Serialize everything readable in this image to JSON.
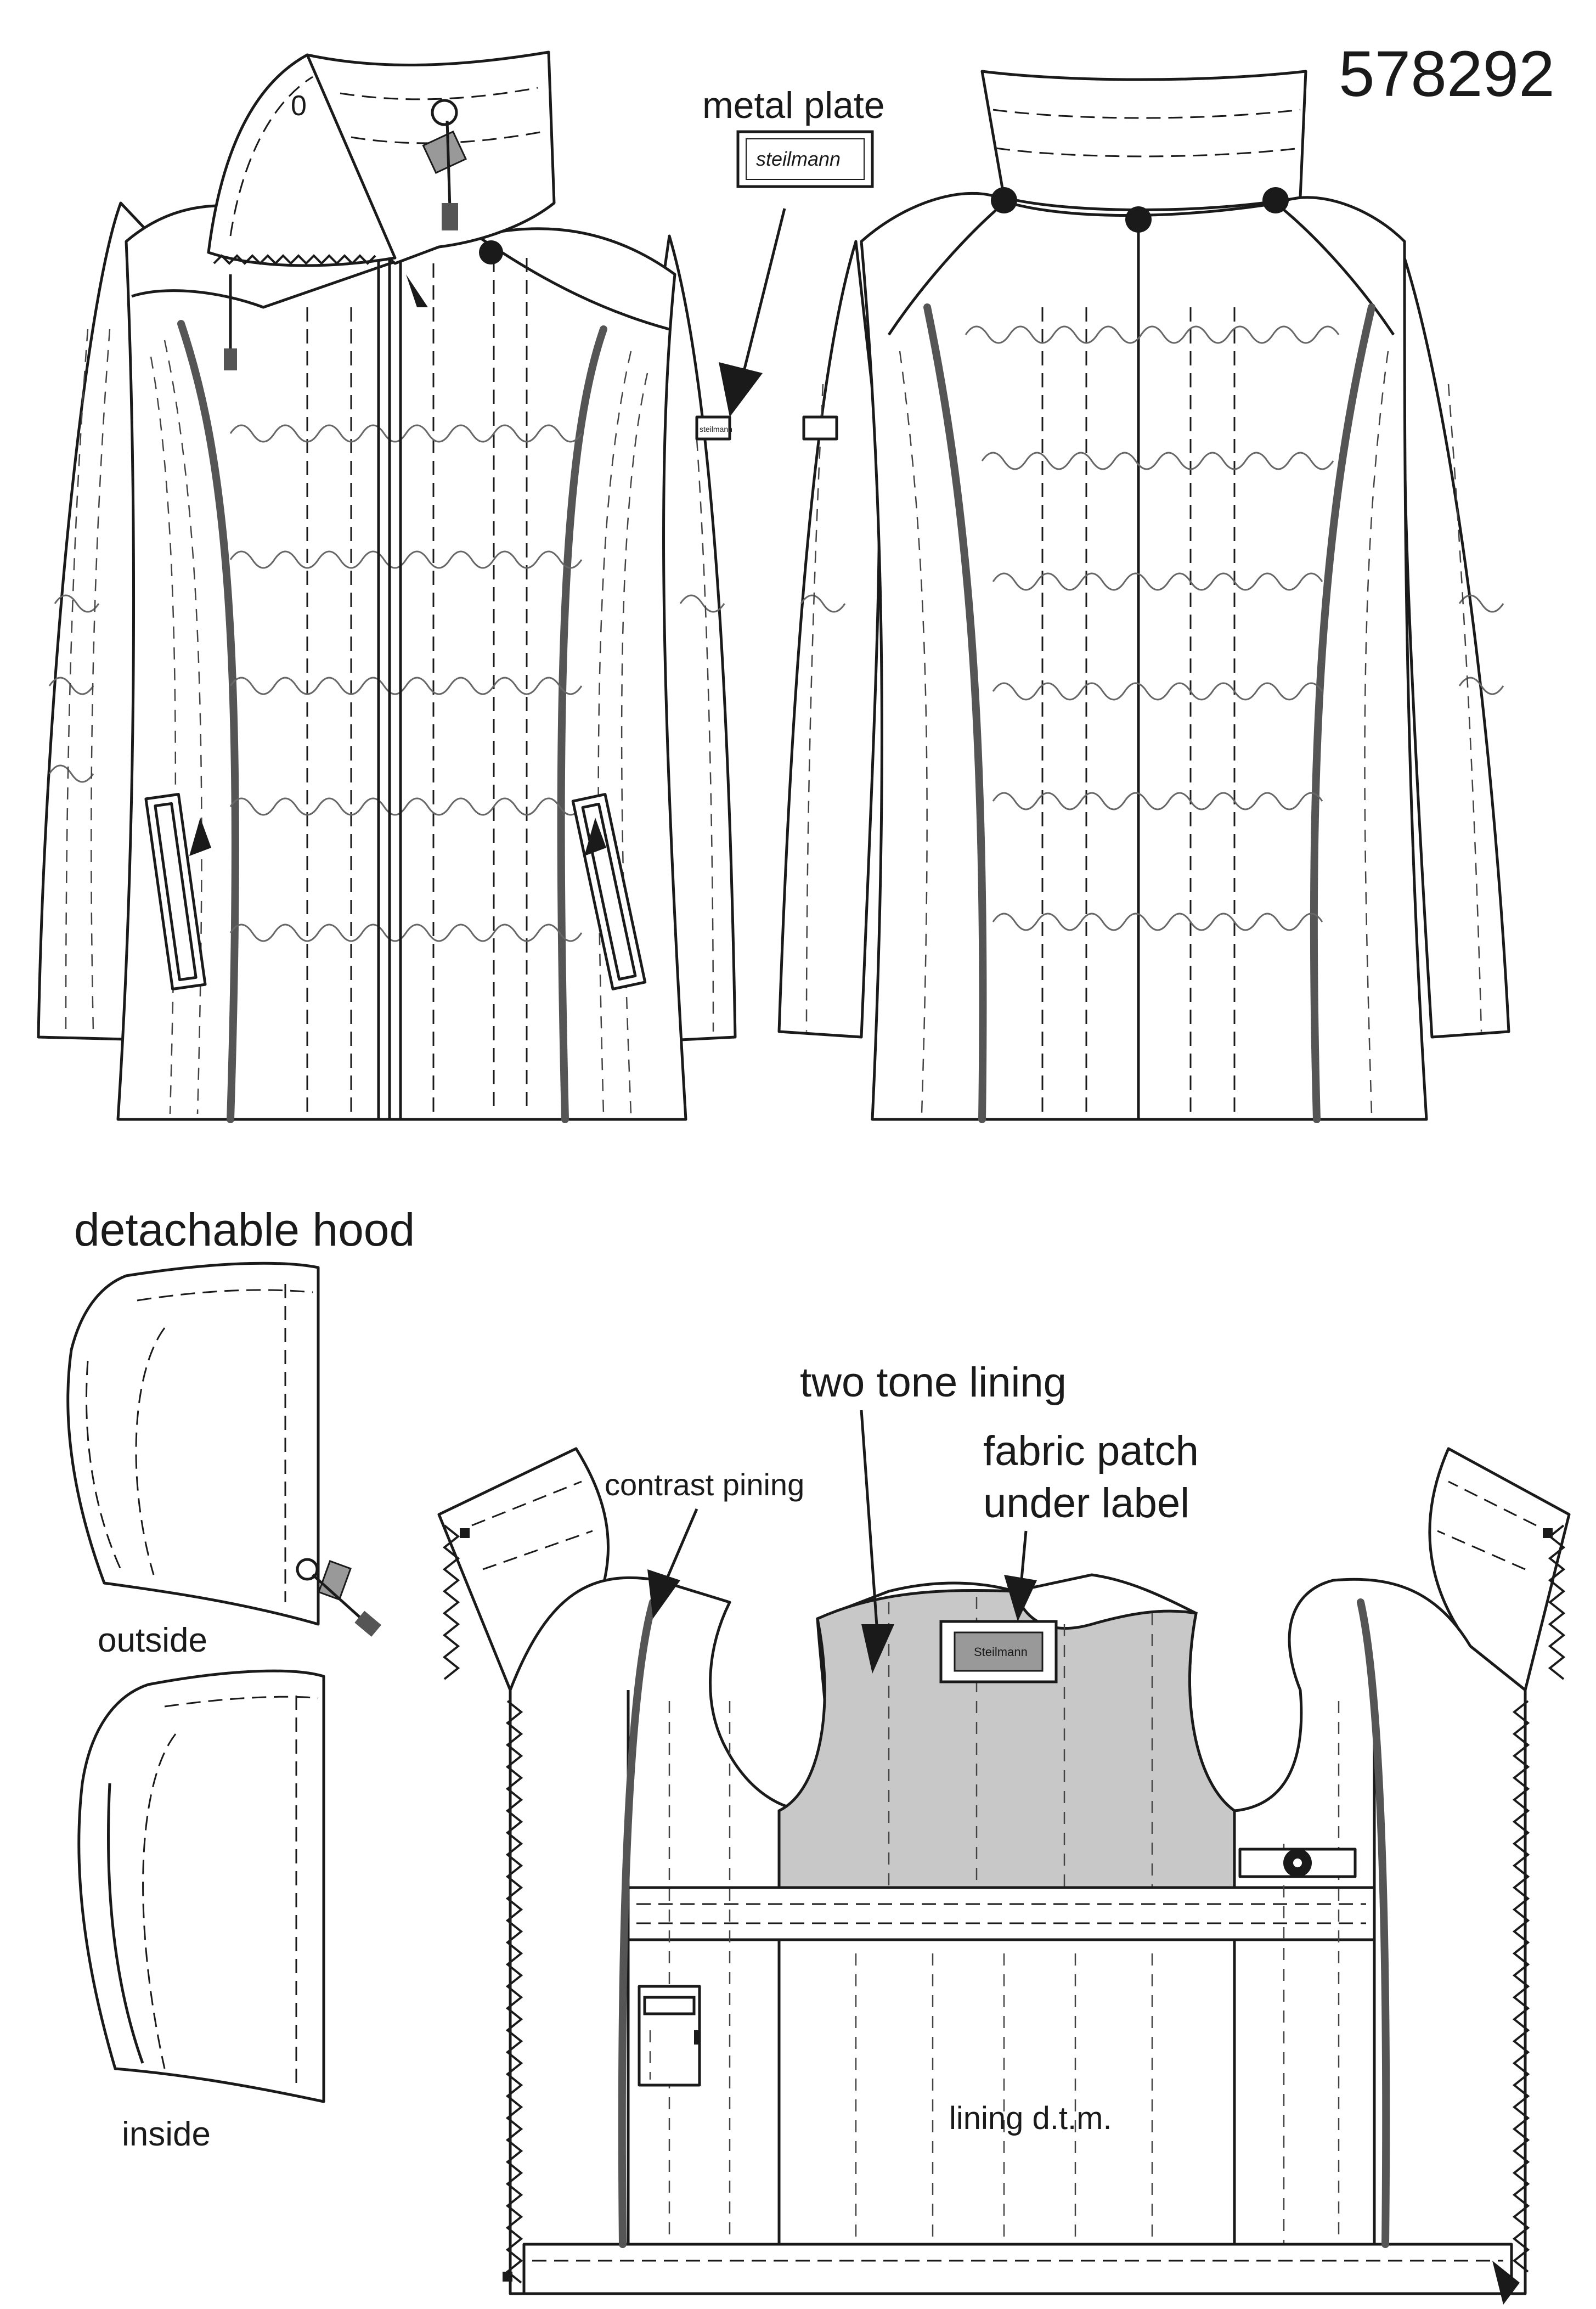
{
  "style_number": "578292",
  "callouts": {
    "metal_plate": "metal plate",
    "two_tone_lining": "two tone lining",
    "fabric_patch_line1": "fabric patch",
    "fabric_patch_line2": "under label",
    "contrast_piping": "contrast pining",
    "lining_dtm": "lining d.t.m."
  },
  "hood": {
    "title": "detachable hood",
    "outside_label": "outside",
    "inside_label": "inside"
  },
  "logo_text": {
    "plate_brand": "steilmann",
    "sleeve_badge": "steilmann",
    "inner_label": "Steilmann"
  },
  "collar_mark": "0",
  "colors": {
    "ink": "#1a1a1a",
    "lining_grey": "#c8c8c8",
    "piping": "#555555"
  }
}
